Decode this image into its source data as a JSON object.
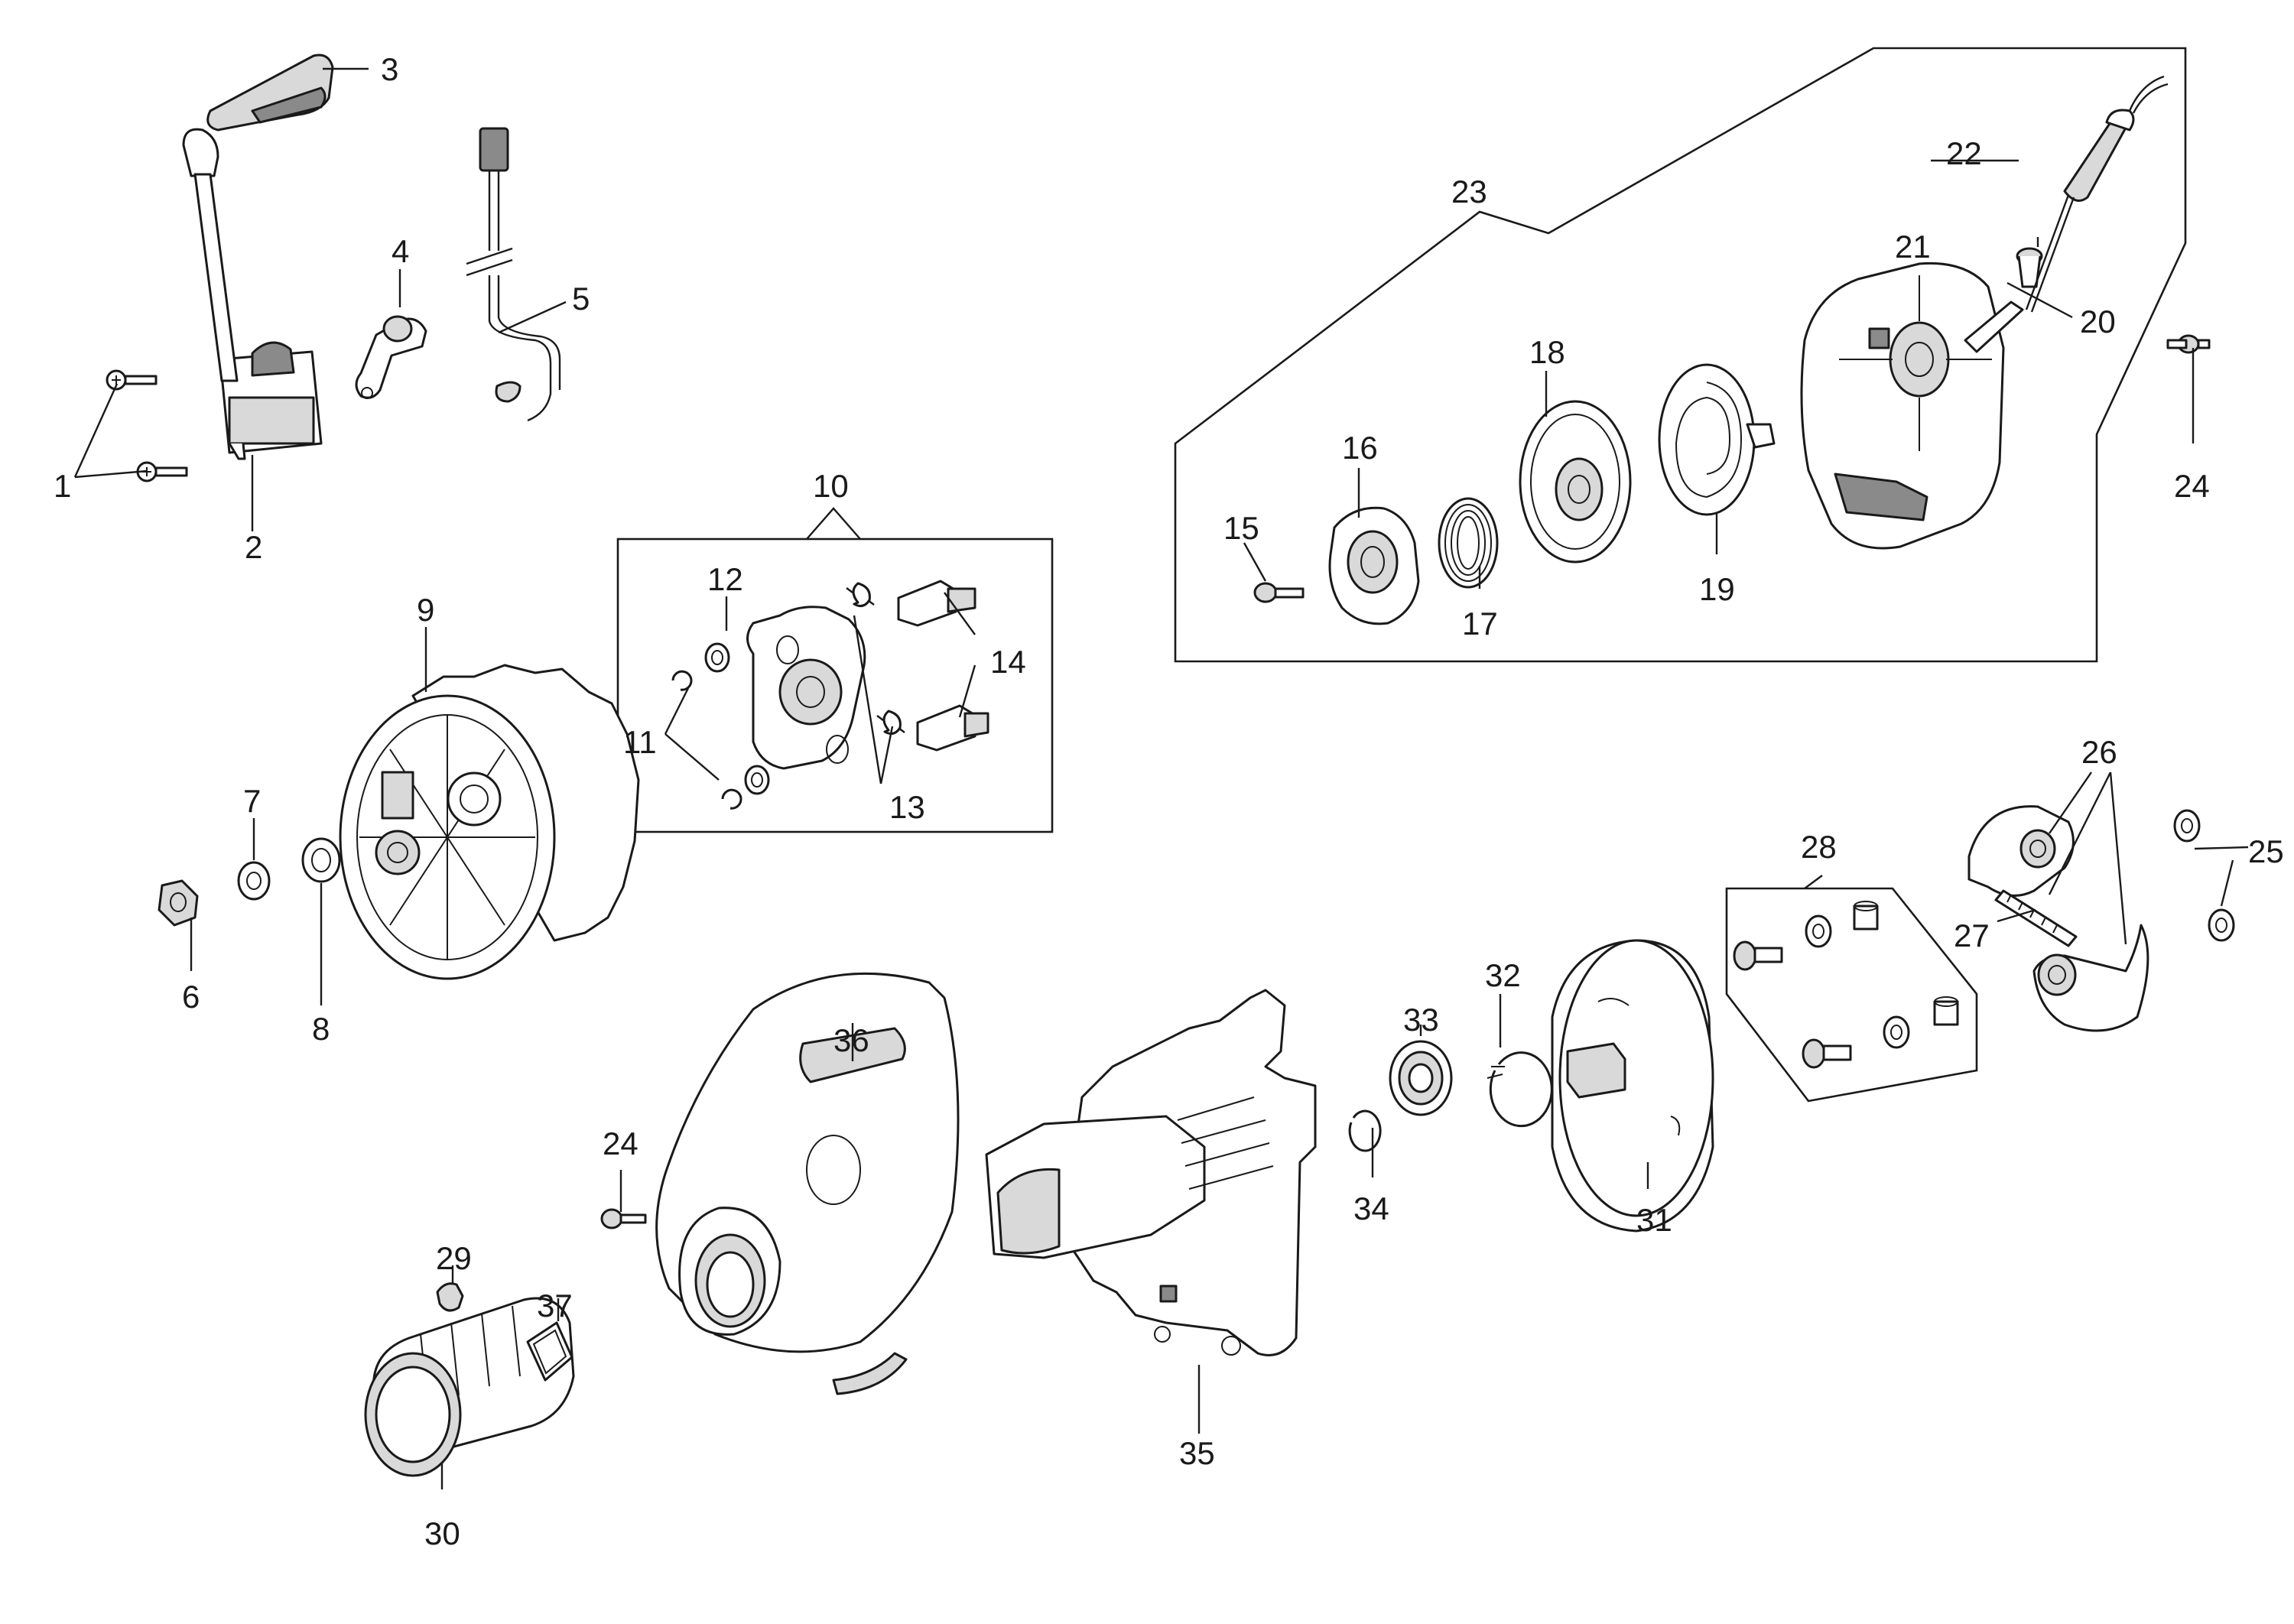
{
  "labels": {
    "l1": "1",
    "l2": "2",
    "l3": "3",
    "l4": "4",
    "l5": "5",
    "l6": "6",
    "l7": "7",
    "l8": "8",
    "l9": "9",
    "l10": "10",
    "l11": "11",
    "l12": "12",
    "l13": "13",
    "l14": "14",
    "l15": "15",
    "l16": "16",
    "l17": "17",
    "l18": "18",
    "l19": "19",
    "l20": "20",
    "l21": "21",
    "l22": "22",
    "l23": "23",
    "l24a": "24",
    "l24b": "24",
    "l25": "25",
    "l26": "26",
    "l27": "27",
    "l28": "28",
    "l29": "29",
    "l30": "30",
    "l31": "31",
    "l32": "32",
    "l33": "33",
    "l34": "34",
    "l35": "35",
    "l36": "36",
    "l37": "37"
  },
  "colors": {
    "line": "#1a1a1a",
    "fill_light": "#d9d9d9",
    "fill_dark": "#8a8a8a",
    "background": "#ffffff"
  }
}
